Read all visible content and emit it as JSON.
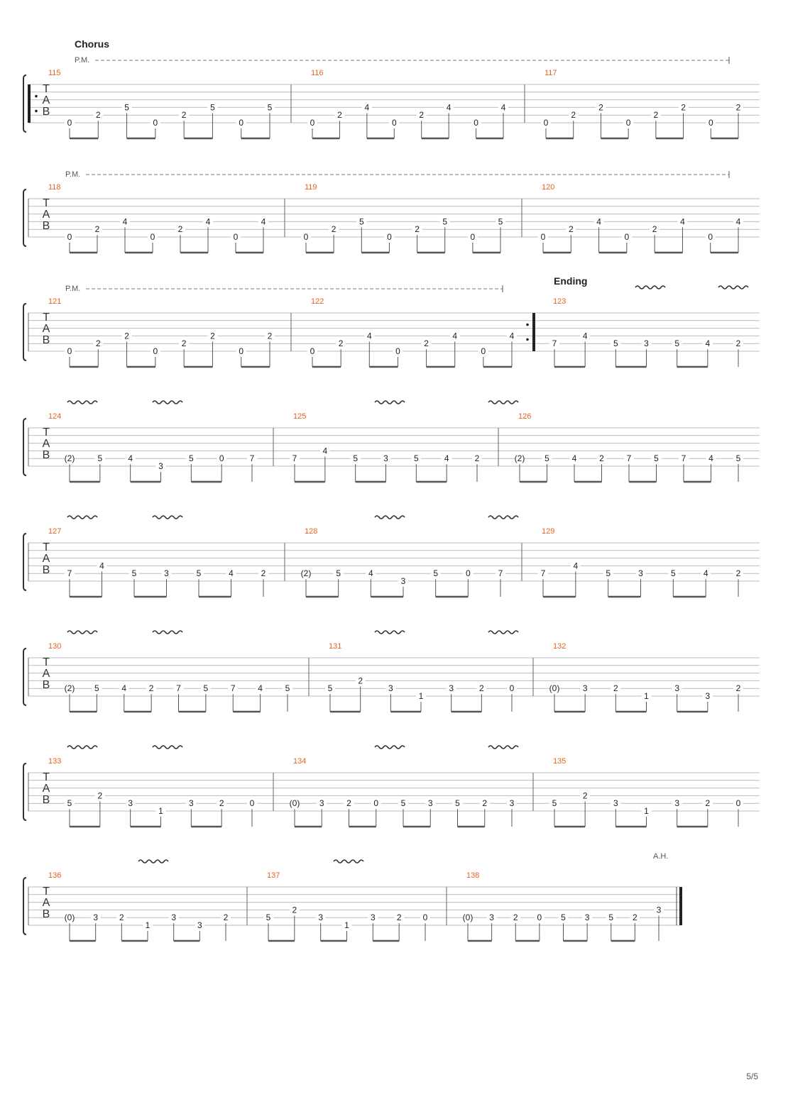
{
  "page_number": "5/5",
  "staff_clef": [
    "T",
    "A",
    "B"
  ],
  "sections": {
    "chorus": "Chorus",
    "ending": "Ending"
  },
  "marks": {
    "palm_mute": "P.M.",
    "artificial_harmonic": "A.H."
  },
  "systems": [
    {
      "pm": true,
      "repeat_start": true,
      "measures": [
        {
          "number": "115",
          "notes": [
            [
              "0",
              5
            ],
            [
              "2",
              4
            ],
            [
              "5",
              3
            ],
            [
              "0",
              5
            ],
            [
              "2",
              4
            ],
            [
              "5",
              3
            ],
            [
              "0",
              5
            ],
            [
              "5",
              3
            ]
          ]
        },
        {
          "number": "116",
          "notes": [
            [
              "0",
              5
            ],
            [
              "2",
              4
            ],
            [
              "4",
              3
            ],
            [
              "0",
              5
            ],
            [
              "2",
              4
            ],
            [
              "4",
              3
            ],
            [
              "0",
              5
            ],
            [
              "4",
              3
            ]
          ]
        },
        {
          "number": "117",
          "notes": [
            [
              "0",
              5
            ],
            [
              "2",
              4
            ],
            [
              "2",
              3
            ],
            [
              "0",
              5
            ],
            [
              "2",
              4
            ],
            [
              "2",
              3
            ],
            [
              "0",
              5
            ],
            [
              "2",
              3
            ]
          ]
        }
      ]
    },
    {
      "pm": true,
      "measures": [
        {
          "number": "118",
          "notes": [
            [
              "0",
              5
            ],
            [
              "2",
              4
            ],
            [
              "4",
              3
            ],
            [
              "0",
              5
            ],
            [
              "2",
              4
            ],
            [
              "4",
              3
            ],
            [
              "0",
              5
            ],
            [
              "4",
              3
            ]
          ]
        },
        {
          "number": "119",
          "notes": [
            [
              "0",
              5
            ],
            [
              "2",
              4
            ],
            [
              "5",
              3
            ],
            [
              "0",
              5
            ],
            [
              "2",
              4
            ],
            [
              "5",
              3
            ],
            [
              "0",
              5
            ],
            [
              "5",
              3
            ]
          ]
        },
        {
          "number": "120",
          "notes": [
            [
              "0",
              5
            ],
            [
              "2",
              4
            ],
            [
              "4",
              3
            ],
            [
              "0",
              5
            ],
            [
              "2",
              4
            ],
            [
              "4",
              3
            ],
            [
              "0",
              5
            ],
            [
              "4",
              3
            ]
          ]
        }
      ]
    },
    {
      "pm": true,
      "measures": [
        {
          "number": "121",
          "notes": [
            [
              "0",
              5
            ],
            [
              "2",
              4
            ],
            [
              "2",
              3
            ],
            [
              "0",
              5
            ],
            [
              "2",
              4
            ],
            [
              "2",
              3
            ],
            [
              "0",
              5
            ],
            [
              "2",
              3
            ]
          ]
        },
        {
          "number": "122",
          "notes": [
            [
              "0",
              5
            ],
            [
              "2",
              4
            ],
            [
              "4",
              3
            ],
            [
              "0",
              5
            ],
            [
              "2",
              4
            ],
            [
              "4",
              3
            ],
            [
              "0",
              5
            ],
            [
              "4",
              3
            ]
          ],
          "repeat_end": true
        },
        {
          "number": "123",
          "notes": [
            [
              "7",
              4
            ],
            [
              "4",
              3
            ],
            [
              "5",
              4
            ],
            [
              "3",
              4
            ],
            [
              "5",
              4
            ],
            [
              "4",
              4
            ],
            [
              "2",
              4
            ]
          ]
        }
      ]
    },
    {
      "measures": [
        {
          "number": "124",
          "notes": [
            [
              "(2)",
              4
            ],
            [
              "5",
              4
            ],
            [
              "4",
              4
            ],
            [
              "3",
              5
            ],
            [
              "5",
              4
            ],
            [
              "0",
              4
            ],
            [
              "7",
              4
            ]
          ]
        },
        {
          "number": "125",
          "notes": [
            [
              "7",
              4
            ],
            [
              "4",
              3
            ],
            [
              "5",
              4
            ],
            [
              "3",
              4
            ],
            [
              "5",
              4
            ],
            [
              "4",
              4
            ],
            [
              "2",
              4
            ]
          ]
        },
        {
          "number": "126",
          "notes": [
            [
              "(2)",
              4
            ],
            [
              "5",
              4
            ],
            [
              "4",
              4
            ],
            [
              "2",
              4
            ],
            [
              "7",
              4
            ],
            [
              "5",
              4
            ],
            [
              "7",
              4
            ],
            [
              "4",
              4
            ],
            [
              "5",
              4
            ]
          ]
        }
      ]
    },
    {
      "measures": [
        {
          "number": "127",
          "notes": [
            [
              "7",
              4
            ],
            [
              "4",
              3
            ],
            [
              "5",
              4
            ],
            [
              "3",
              4
            ],
            [
              "5",
              4
            ],
            [
              "4",
              4
            ],
            [
              "2",
              4
            ]
          ]
        },
        {
          "number": "128",
          "notes": [
            [
              "(2)",
              4
            ],
            [
              "5",
              4
            ],
            [
              "4",
              4
            ],
            [
              "3",
              5
            ],
            [
              "5",
              4
            ],
            [
              "0",
              4
            ],
            [
              "7",
              4
            ]
          ]
        },
        {
          "number": "129",
          "notes": [
            [
              "7",
              4
            ],
            [
              "4",
              3
            ],
            [
              "5",
              4
            ],
            [
              "3",
              4
            ],
            [
              "5",
              4
            ],
            [
              "4",
              4
            ],
            [
              "2",
              4
            ]
          ]
        }
      ]
    },
    {
      "measures": [
        {
          "number": "130",
          "notes": [
            [
              "(2)",
              4
            ],
            [
              "5",
              4
            ],
            [
              "4",
              4
            ],
            [
              "2",
              4
            ],
            [
              "7",
              4
            ],
            [
              "5",
              4
            ],
            [
              "7",
              4
            ],
            [
              "4",
              4
            ],
            [
              "5",
              4
            ]
          ]
        },
        {
          "number": "131",
          "notes": [
            [
              "5",
              4
            ],
            [
              "2",
              3
            ],
            [
              "3",
              4
            ],
            [
              "1",
              5
            ],
            [
              "3",
              4
            ],
            [
              "2",
              4
            ],
            [
              "0",
              4
            ]
          ]
        },
        {
          "number": "132",
          "notes": [
            [
              "(0)",
              4
            ],
            [
              "3",
              4
            ],
            [
              "2",
              4
            ],
            [
              "1",
              5
            ],
            [
              "3",
              4
            ],
            [
              "3",
              5
            ],
            [
              "2",
              4
            ]
          ]
        }
      ]
    },
    {
      "measures": [
        {
          "number": "133",
          "notes": [
            [
              "5",
              4
            ],
            [
              "2",
              3
            ],
            [
              "3",
              4
            ],
            [
              "1",
              5
            ],
            [
              "3",
              4
            ],
            [
              "2",
              4
            ],
            [
              "0",
              4
            ]
          ]
        },
        {
          "number": "134",
          "notes": [
            [
              "(0)",
              4
            ],
            [
              "3",
              4
            ],
            [
              "2",
              4
            ],
            [
              "0",
              4
            ],
            [
              "5",
              4
            ],
            [
              "3",
              4
            ],
            [
              "5",
              4
            ],
            [
              "2",
              4
            ],
            [
              "3",
              4
            ]
          ]
        },
        {
          "number": "135",
          "notes": [
            [
              "5",
              4
            ],
            [
              "2",
              3
            ],
            [
              "3",
              4
            ],
            [
              "1",
              5
            ],
            [
              "3",
              4
            ],
            [
              "2",
              4
            ],
            [
              "0",
              4
            ]
          ]
        }
      ]
    },
    {
      "measures": [
        {
          "number": "136",
          "notes": [
            [
              "(0)",
              4
            ],
            [
              "3",
              4
            ],
            [
              "2",
              4
            ],
            [
              "1",
              5
            ],
            [
              "3",
              4
            ],
            [
              "3",
              5
            ],
            [
              "2",
              4
            ]
          ]
        },
        {
          "number": "137",
          "notes": [
            [
              "5",
              4
            ],
            [
              "2",
              3
            ],
            [
              "3",
              4
            ],
            [
              "1",
              5
            ],
            [
              "3",
              4
            ],
            [
              "2",
              4
            ],
            [
              "0",
              4
            ]
          ]
        },
        {
          "number": "138",
          "notes": [
            [
              "(0)",
              4
            ],
            [
              "3",
              4
            ],
            [
              "2",
              4
            ],
            [
              "0",
              4
            ],
            [
              "5",
              4
            ],
            [
              "3",
              4
            ],
            [
              "5",
              4
            ],
            [
              "2",
              4
            ],
            [
              "3",
              3
            ]
          ],
          "final": true
        }
      ]
    }
  ]
}
